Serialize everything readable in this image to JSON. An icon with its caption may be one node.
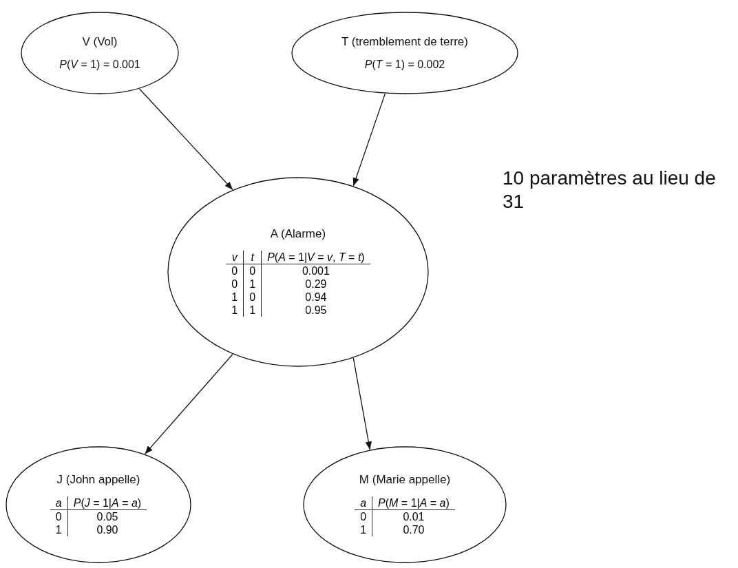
{
  "diagram": {
    "nodes": [
      {
        "text": [
          "V (Vol)",
          "*P*(*V* = 1) = 0.001"
        ]
      },
      {
        "text": [
          "T (tremblement de terre)",
          "*P*(*T* = 1) = 0.002"
        ]
      },
      {
        "text": [
          "A (Alarme)",
          "v",
          "t",
          "*P*(*A* = 1|*V* = *v*, *T* = *t*)",
          "0",
          "0",
          "0.001",
          "0",
          "1",
          "0.29",
          "1",
          "0",
          "0.94",
          "1",
          "1",
          "0.95"
        ]
      },
      {
        "text": [
          "J (John appelle)",
          "a",
          "*P*(*J* = 1|*A* = *a*)",
          "0",
          "0.05",
          "1",
          "0.90"
        ]
      },
      {
        "text": [
          "M (Marie appelle)",
          "a",
          "*P*(*M* = 1|*A* = *a*)",
          "0",
          "0.01",
          "1",
          "0.70"
        ]
      }
    ],
    "edges": [
      {
        "from": 0,
        "to": 2,
        "arrow": "to"
      },
      {
        "from": 1,
        "to": 2,
        "arrow": "to"
      },
      {
        "from": 2,
        "to": 3,
        "arrow": "to"
      },
      {
        "from": 2,
        "to": 4,
        "arrow": "to"
      }
    ],
    "labels": [
      "10 paramètres au lieu de 31"
    ]
  }
}
